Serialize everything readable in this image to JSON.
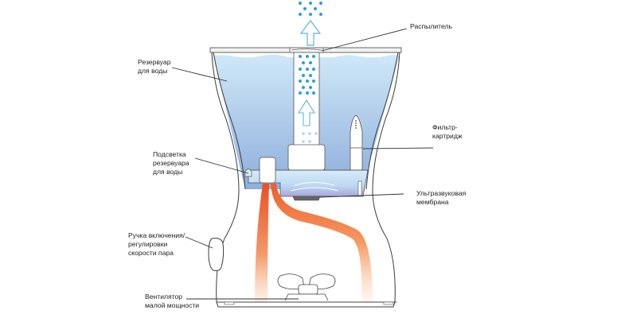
{
  "diagram": {
    "title": "Ultrasonic humidifier schematic",
    "colors": {
      "water_top": "#c8e4f7",
      "water_bottom": "#8fb0dd",
      "mist_dot": "#2a9fd8",
      "arrow_outline": "#5bb5de",
      "heat_stream": "#ec5a2a",
      "outline": "#3a3a3a"
    },
    "labels": {
      "atomizer": "Распылитель",
      "reservoir_line1": "Резервуар",
      "reservoir_line2": "для воды",
      "filter_line1": "Фильтр-",
      "filter_line2": "картридж",
      "backlight_line1": "Подсветка",
      "backlight_line2": "резервуара",
      "backlight_line3": "для воды",
      "membrane_line1": "Ультразвуковая",
      "membrane_line2": "мембрана",
      "knob_line1": "Ручка включения/",
      "knob_line2": "регулировки",
      "knob_line3": "скорости пара",
      "fan_line1": "Вентилятор",
      "fan_line2": "малой мощности"
    }
  }
}
